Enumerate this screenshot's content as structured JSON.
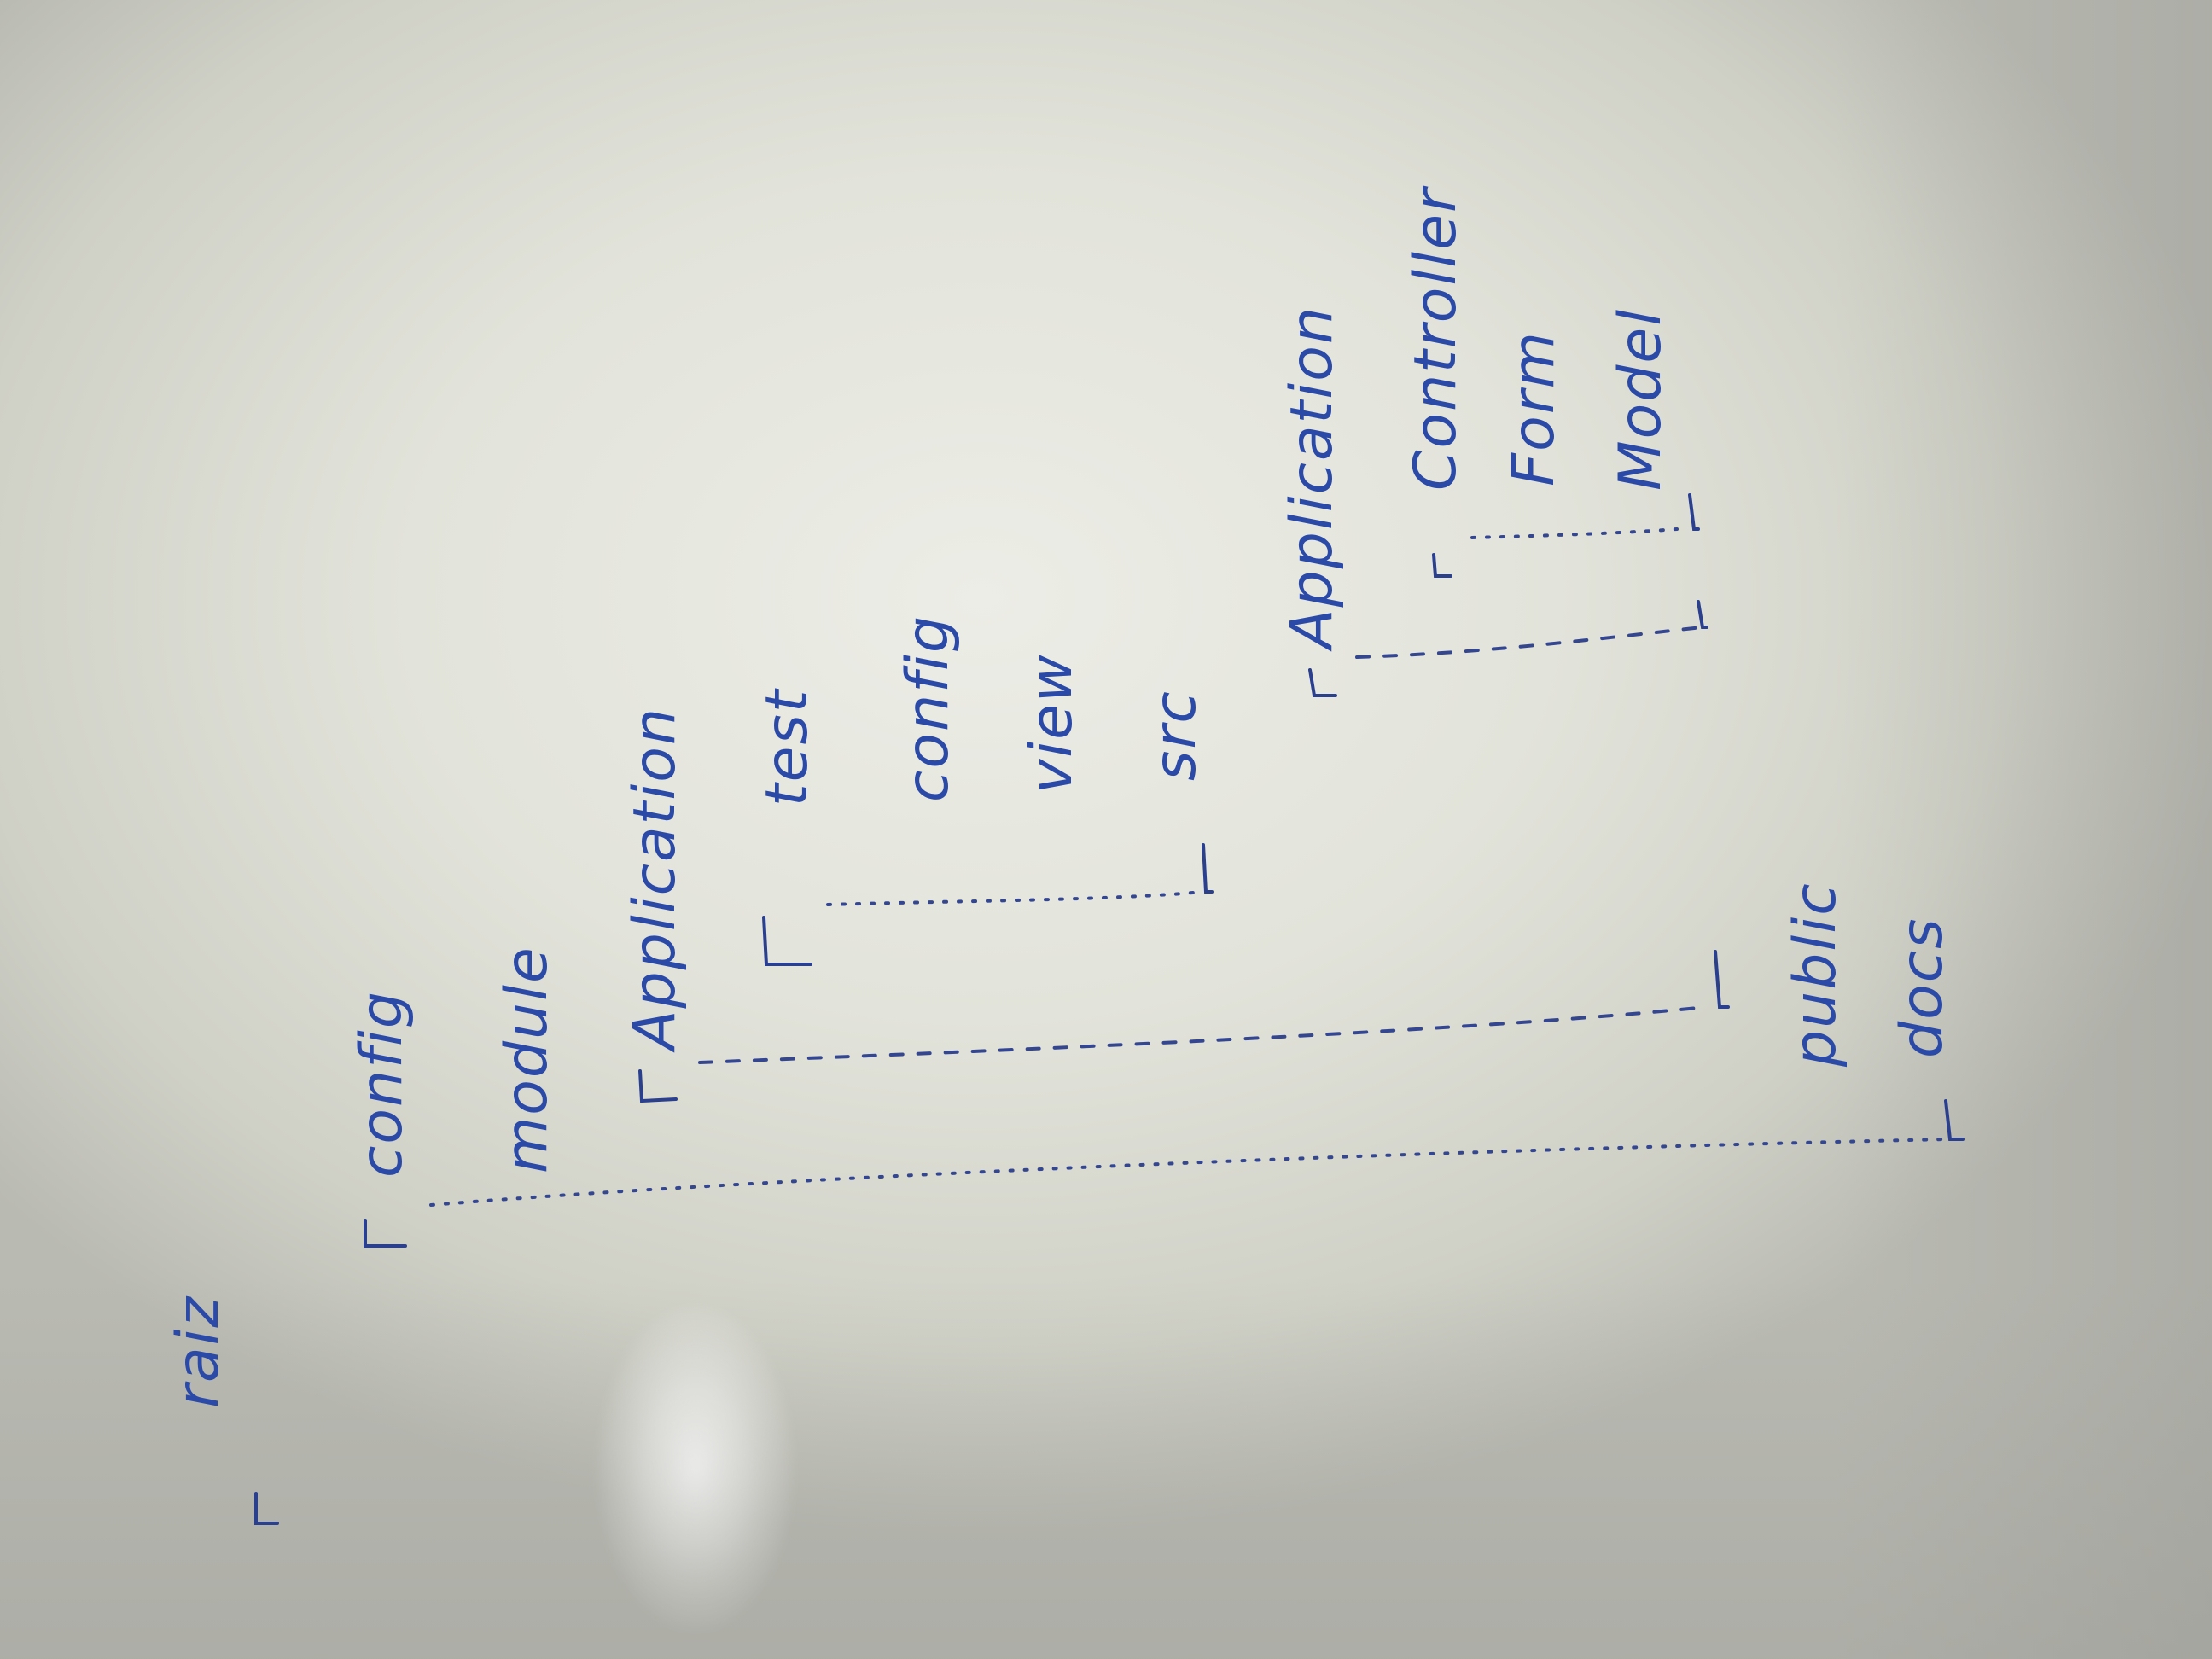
{
  "tree": {
    "root": "raiz",
    "level1": [
      "config",
      "module",
      "public",
      "docs"
    ],
    "module_children": [
      "Application"
    ],
    "application_children": [
      "test",
      "config",
      "view",
      "src"
    ],
    "src_children": [
      "Application"
    ],
    "src_application_children": [
      "Controller",
      "Form",
      "Model"
    ]
  },
  "ink_color": "#2b4aa8"
}
